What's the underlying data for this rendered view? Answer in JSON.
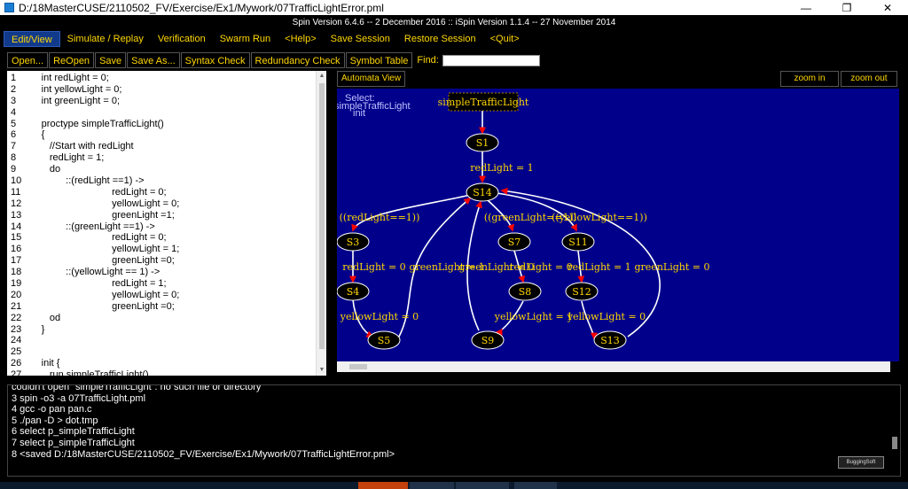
{
  "window": {
    "title": "D:/18MasterCUSE/2110502_FV/Exercise/Ex1/Mywork/07TrafficLightError.pml",
    "minimize_glyph": "—",
    "maximize_glyph": "❐",
    "close_glyph": "✕"
  },
  "version_text": "Spin Version 6.4.6 -- 2 December 2016 :: iSpin Version 1.1.4 -- 27 November 2014",
  "menu": [
    {
      "label": "Edit/View",
      "active": true
    },
    {
      "label": "Simulate / Replay"
    },
    {
      "label": "Verification"
    },
    {
      "label": "Swarm Run"
    },
    {
      "label": "<Help>"
    },
    {
      "label": "Save Session"
    },
    {
      "label": "Restore Session"
    },
    {
      "label": "<Quit>"
    }
  ],
  "toolbar": {
    "open": "Open...",
    "reopen": "ReOpen",
    "save": "Save",
    "save_as": "Save As...",
    "syntax_check": "Syntax Check",
    "redundancy_check": "Redundancy Check",
    "symbol_table": "Symbol Table",
    "find_label": "Find:",
    "find_value": ""
  },
  "editor": {
    "lines": [
      {
        "n": "1",
        "text": "            int redLight = 0;"
      },
      {
        "n": "2",
        "text": "            int yellowLight = 0;"
      },
      {
        "n": "3",
        "text": "            int greenLight = 0;"
      },
      {
        "n": "4",
        "text": ""
      },
      {
        "n": "5",
        "text": "            proctype simpleTrafficLight()"
      },
      {
        "n": "6",
        "text": "            {"
      },
      {
        "n": "7",
        "text": "               //Start with redLight"
      },
      {
        "n": "8",
        "text": "               redLight = 1;"
      },
      {
        "n": "9",
        "text": "               do"
      },
      {
        "n": "10",
        "text": "                     ::(redLight ==1) ->"
      },
      {
        "n": "11",
        "text": "                                      redLight = 0;"
      },
      {
        "n": "12",
        "text": "                                      yellowLight = 0;"
      },
      {
        "n": "13",
        "text": "                                      greenLight =1;"
      },
      {
        "n": "14",
        "text": "                     ::(greenLight ==1) ->"
      },
      {
        "n": "15",
        "text": "                                      redLight = 0;"
      },
      {
        "n": "16",
        "text": "                                      yellowLight = 1;"
      },
      {
        "n": "17",
        "text": "                                      greenLight =0;"
      },
      {
        "n": "18",
        "text": "                     ::(yellowLight == 1) ->"
      },
      {
        "n": "19",
        "text": "                                      redLight = 1;"
      },
      {
        "n": "20",
        "text": "                                      yellowLight = 0;"
      },
      {
        "n": "21",
        "text": "                                      greenLight =0;"
      },
      {
        "n": "22",
        "text": "               od"
      },
      {
        "n": "23",
        "text": "            }"
      },
      {
        "n": "24",
        "text": ""
      },
      {
        "n": "25",
        "text": ""
      },
      {
        "n": "26",
        "text": "            init {"
      },
      {
        "n": "27",
        "text": "               run simpleTrafficLight()"
      }
    ]
  },
  "automata": {
    "tab_label": "Automata View",
    "zoom_in": "zoom in",
    "zoom_out": "zoom out",
    "select_label": "Select:",
    "select_item_1": "simpleTrafficLight",
    "select_item_2": "init",
    "root_label": "simpleTrafficLight",
    "nodes": {
      "S1": "S1",
      "S14": "S14",
      "S3": "S3",
      "S7": "S7",
      "S11": "S11",
      "S4": "S4",
      "S8": "S8",
      "S12": "S12",
      "S5": "S5",
      "S9": "S9",
      "S13": "S13"
    },
    "edges": {
      "e_s1_s14": "redLight = 1",
      "e_s14_s3": "((redLight==1))",
      "e_s14_s7": "((greenLight==1))",
      "e_s14_s11": "((yellowLight==1))",
      "e_s3_s4": "redLight = 0",
      "e_s5_s14": "greenLight = 1",
      "e_s9_s14": "greenLight = 0",
      "e_s7_s8": "redLight = 0",
      "e_s11_s12": "redLight = 1",
      "e_s13_s14": "greenLight = 0",
      "e_s4_s5": "yellowLight = 0",
      "e_s8_s9": "yellowLight = 1",
      "e_s12_s13": "yellowLight = 0"
    },
    "colors": {
      "canvas": "#00008b",
      "node_fill": "#000000",
      "label": "#ffd700",
      "edge": "#ffffff",
      "arrow": "#ff0000"
    }
  },
  "console": {
    "lines": [
      "couldn't open \"simpleTrafficLight\": no such file or directory",
      "3 spin -o3 -a 07TrafficLight.pml",
      "4 gcc -o pan pan.c",
      "5 ./pan -D > dot.tmp",
      "6 select p_simpleTrafficLight",
      "7 select p_simpleTrafficLight",
      "8 <saved D:/18MasterCUSE/2110502_FV/Exercise/Ex1/Mywork/07TrafficLightError.pml>"
    ],
    "logo_text": "BuggingSoft"
  }
}
